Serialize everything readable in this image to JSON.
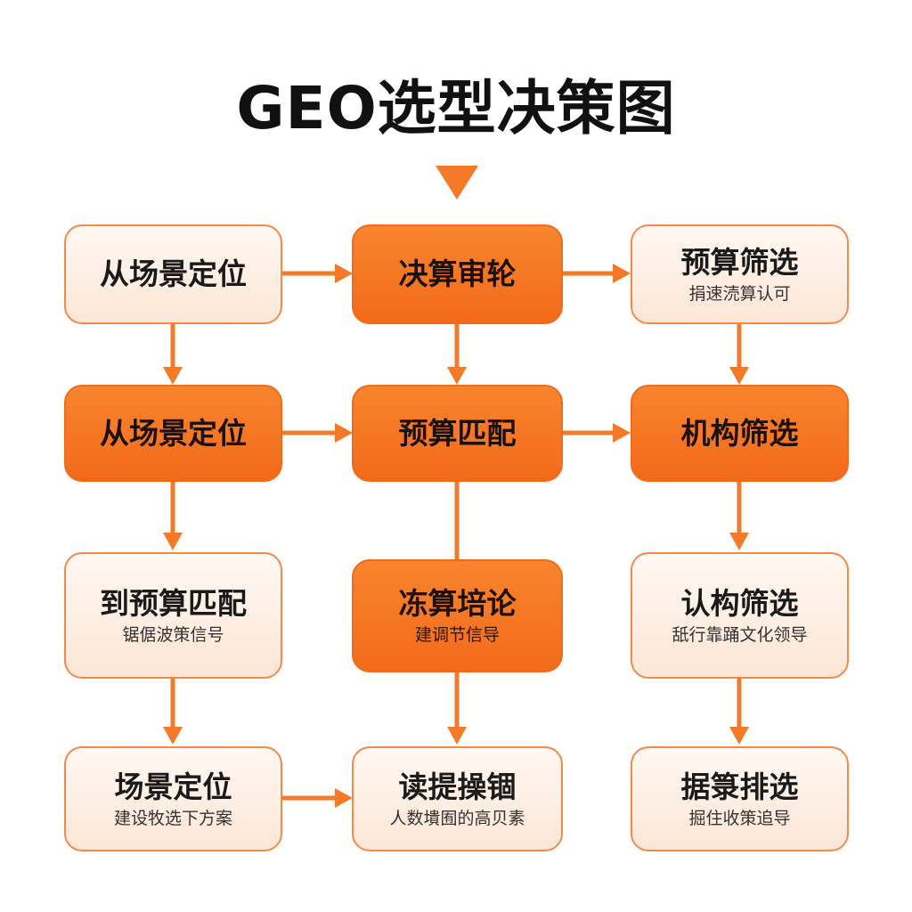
{
  "title": "GEO选型决策图",
  "nodes": [
    {
      "id": "r1c1",
      "label": "从场景定位",
      "sub": "",
      "style": "light"
    },
    {
      "id": "r1c2",
      "label": "决算审轮",
      "sub": "",
      "style": "dark"
    },
    {
      "id": "r1c3",
      "label": "预算筛选",
      "sub": "捐速涜算认可",
      "style": "light"
    },
    {
      "id": "r2c1",
      "label": "从场景定位",
      "sub": "",
      "style": "dark"
    },
    {
      "id": "r2c2",
      "label": "预算匹配",
      "sub": "",
      "style": "dark"
    },
    {
      "id": "r2c3",
      "label": "机构筛选",
      "sub": "",
      "style": "dark"
    },
    {
      "id": "r3c1",
      "label": "到预算匹配",
      "sub": "锯倨波策信号",
      "style": "light"
    },
    {
      "id": "r3c2",
      "label": "冻算培论",
      "sub": "建调节信导",
      "style": "dark"
    },
    {
      "id": "r3c3",
      "label": "认构筛选",
      "sub": "舐行靠踊文化领导",
      "style": "light"
    },
    {
      "id": "r4c1",
      "label": "场景定位",
      "sub": "建设牧选下方案",
      "style": "light"
    },
    {
      "id": "r4c2",
      "label": "读提操锢",
      "sub": "人数墤囿的高贝素",
      "style": "light"
    },
    {
      "id": "r4c3",
      "label": "据箓排选",
      "sub": "掘住收策追导",
      "style": "light"
    }
  ],
  "colors": {
    "accent": "#f47a2a",
    "dark_fill": "#f57a25",
    "light_fill": "#fdeee3",
    "border": "#f28a4b",
    "text": "#1a1a1a"
  }
}
